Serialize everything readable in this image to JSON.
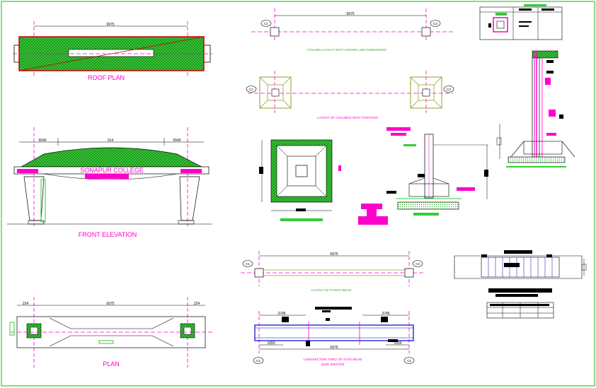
{
  "colors": {
    "green_border": "#33cc33",
    "magenta": "#ff00cc",
    "red": "#cc0000",
    "hatch_green": "#22aa22",
    "olive": "#999933",
    "blue": "#0000cc",
    "black": "#000000"
  },
  "labels": {
    "roof_plan": "ROOF PLAN",
    "front_elevation": "FRONT ELEVATION",
    "plan": "PLAN",
    "college_name": "SONAPUR COLLEGE",
    "column_layout": "COLUMN LAYOUT WITH CENTRE LINE DIMENSIONS",
    "column_footings": "LAYOUT OF COLUMNS WITH FOOTINGS",
    "plinth_beam": "LAYOUT OF PLINTH BEAM",
    "long_section_1": "LONGSECTION THRO' OF GATE BEAM",
    "long_section_2": "(SIZE-300X700)"
  },
  "dimensions": {
    "overall": "6975",
    "elev_left": "6540",
    "elev_mid": "914",
    "elev_right": "6540",
    "plan_left": "224",
    "plan_right": "224",
    "sec_left": "3745",
    "sec_right": "3745",
    "sec_a": "1050",
    "sec_b": "1050"
  },
  "grid": {
    "c1": "C1",
    "c2": "C2"
  },
  "icons": [
    "column-box-icon",
    "gridline-bubble-icon"
  ]
}
